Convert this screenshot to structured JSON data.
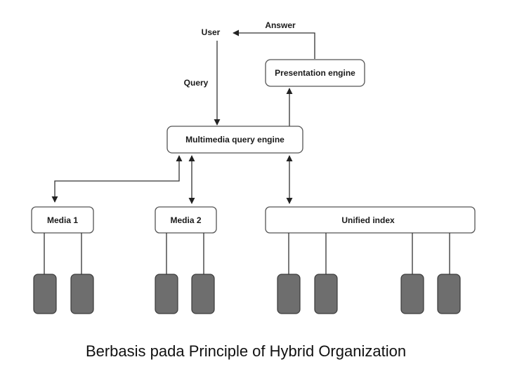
{
  "labels": {
    "user": "User",
    "answer": "Answer",
    "query": "Query",
    "presentation_engine": "Presentation engine",
    "query_engine": "Multimedia query engine",
    "media1": "Media 1",
    "media2": "Media 2",
    "unified_index": "Unified index"
  },
  "caption": "Berbasis pada Principle of Hybrid Organization"
}
